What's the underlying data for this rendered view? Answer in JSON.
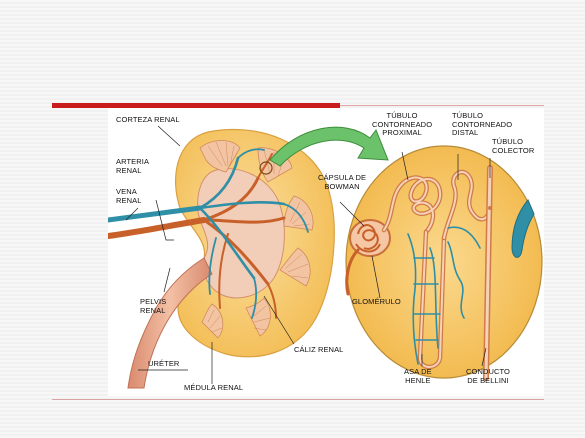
{
  "labels": {
    "corteza_renal": "CORTEZA RENAL",
    "arteria_renal": "ARTERIA\nRENAL",
    "vena_renal": "VENA\nRENAL",
    "pelvis_renal": "PELVIS\nRENAL",
    "ureter": "URÉTER",
    "medula_renal": "MÉDULA RENAL",
    "caliz_renal": "CÁLIZ RENAL",
    "capsula_bowman": "CÁPSULA DE\nBOWMAN",
    "tubulo_proximal": "TÚBULO\nCONTORNEADO\nPROXIMAL",
    "tubulo_distal": "TÚBULO\nCONTORNEADO\nDISTAL",
    "tubulo_colector": "TÚBULO\nCOLECTOR",
    "glomerulo": "GLOMÉRULO",
    "asa_henle": "ASA DE\nHENLE",
    "conducto_bellini": "CONDUCTO\nDE BELLINI"
  },
  "colors": {
    "accent": "#c91d1d",
    "kidney_cortex": "#f5c76a",
    "kidney_medulla": "#f0c9a8",
    "artery": "#c8602a",
    "vein": "#2f8fa6",
    "arrow": "#5cb85c"
  }
}
